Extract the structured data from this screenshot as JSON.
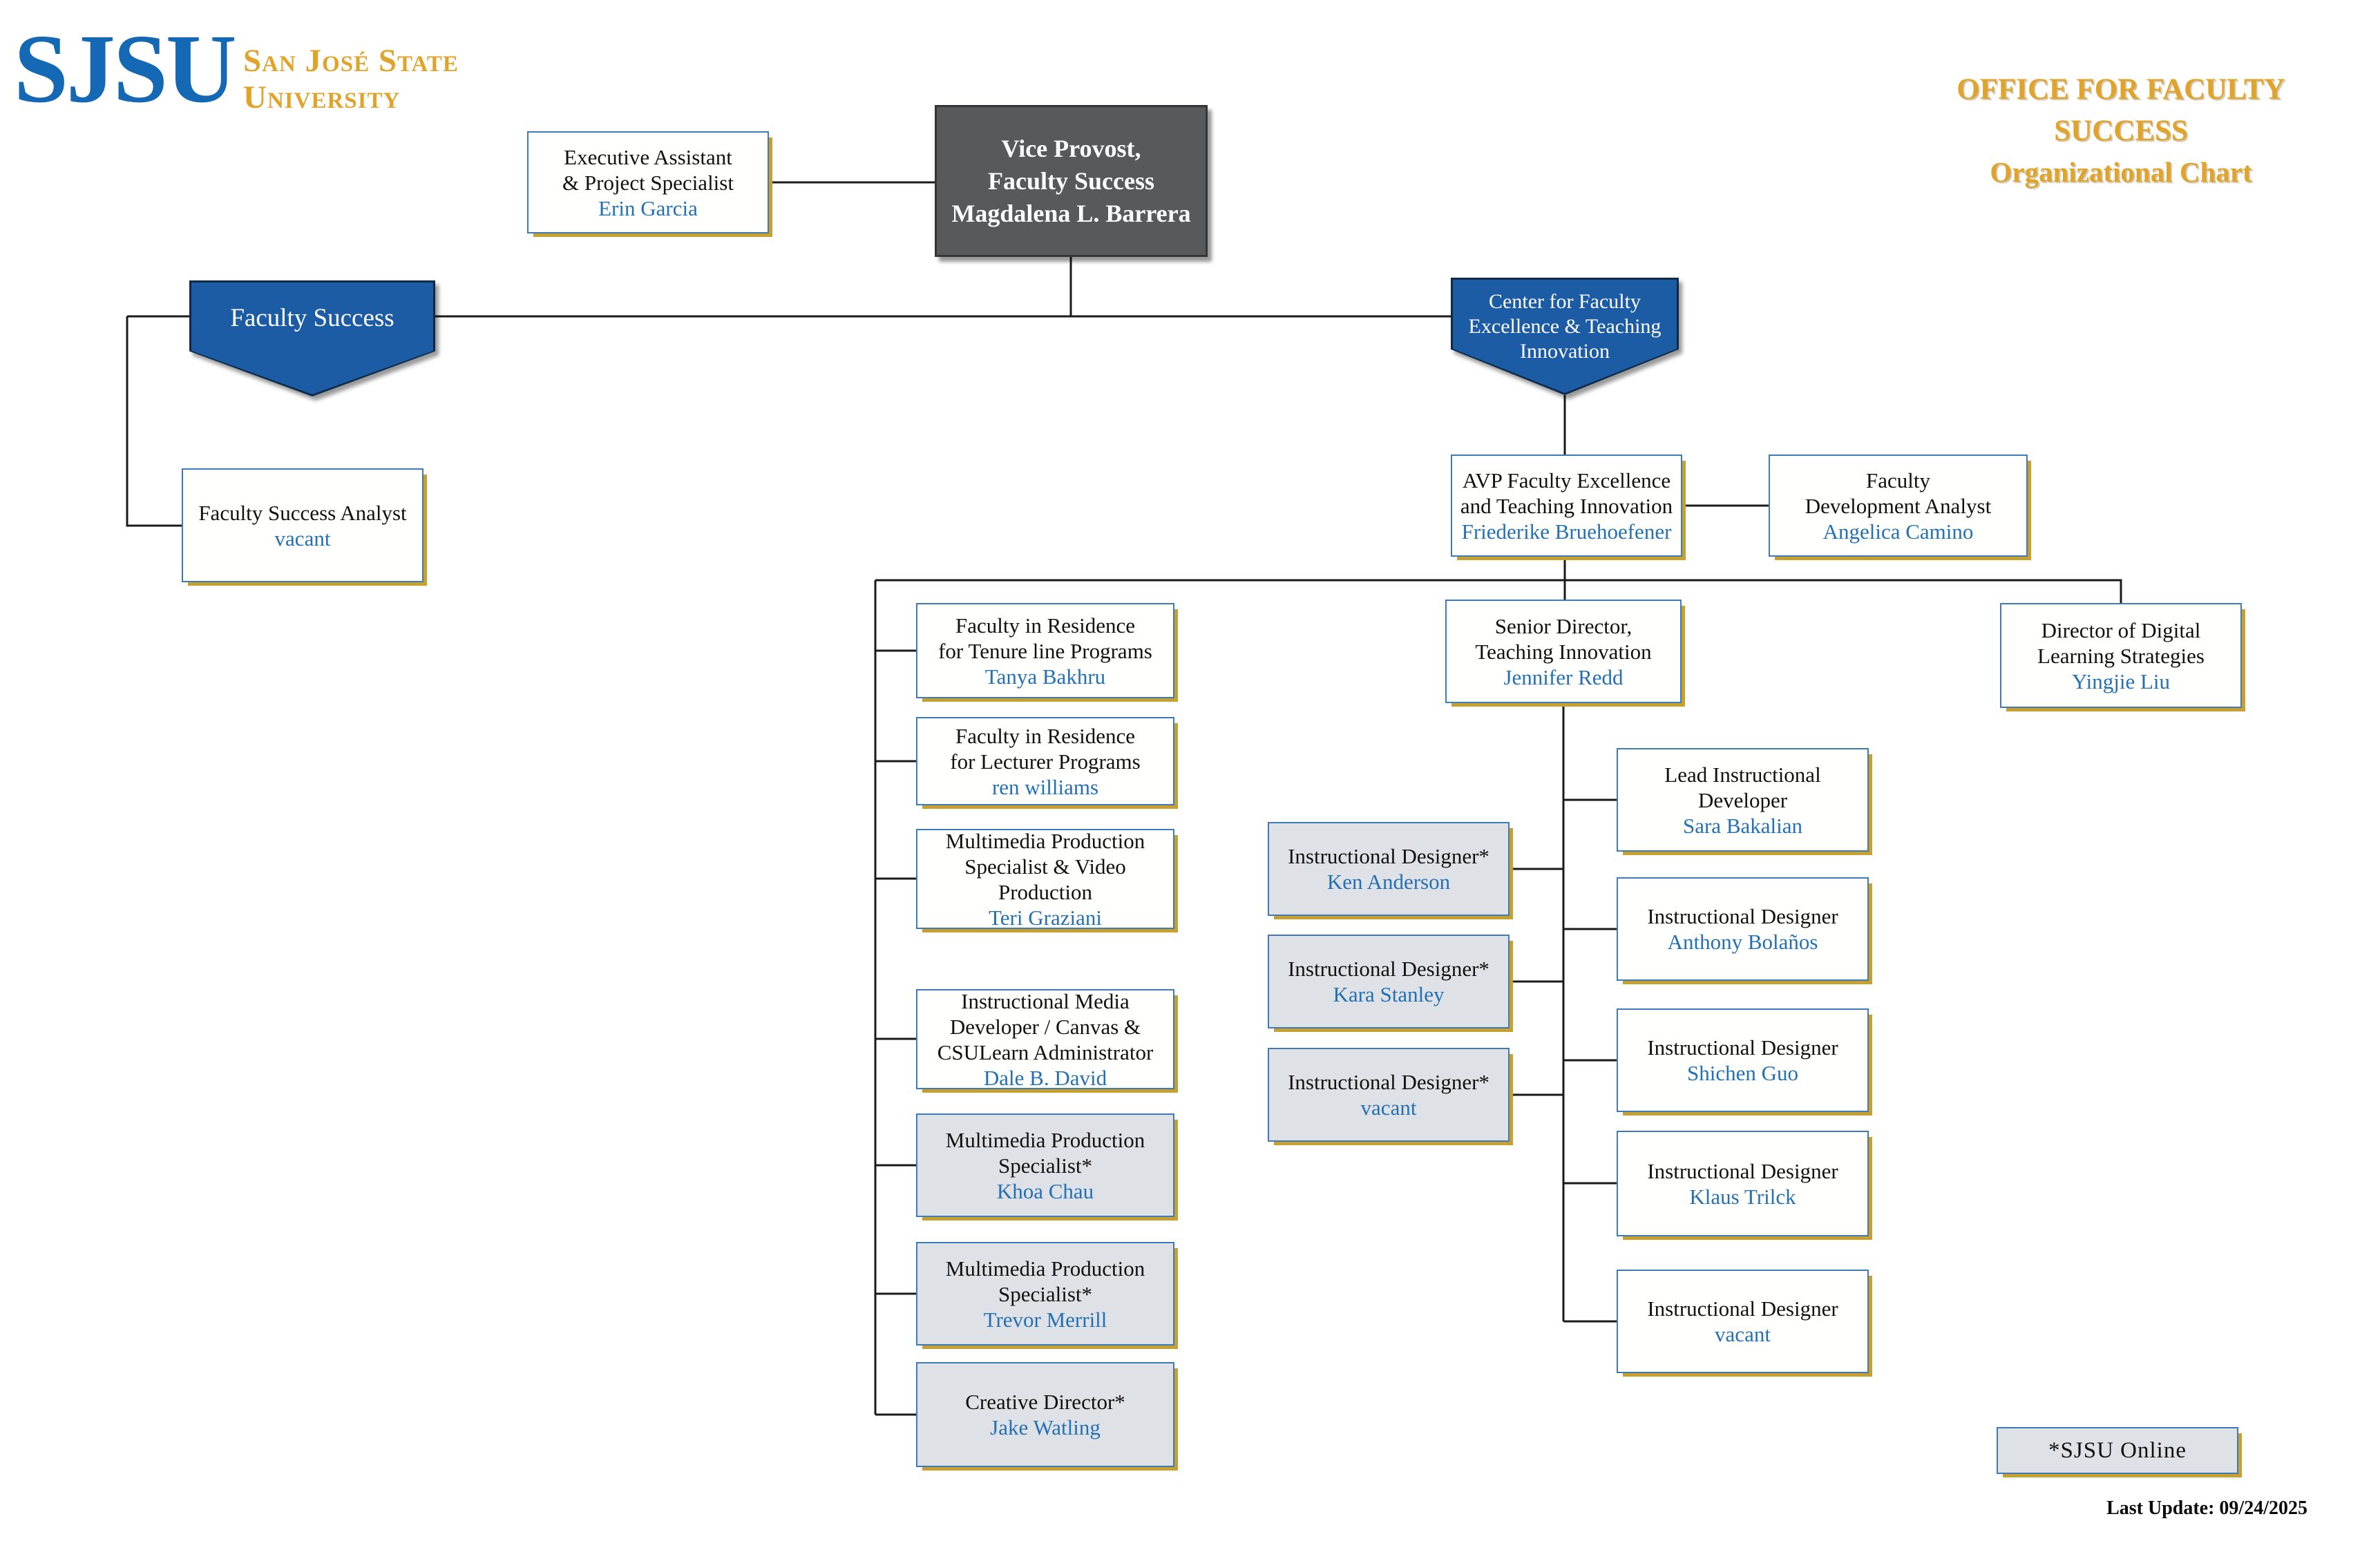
{
  "header": {
    "logo_acronym": "SJSU",
    "wordmark_line1": "San José State",
    "wordmark_line2": "University",
    "title_line1": "OFFICE FOR FACULTY SUCCESS",
    "title_line2": "Organizational Chart"
  },
  "colors": {
    "brand_blue": "#1568B3",
    "brand_gold": "#E0A42A",
    "banner_blue": "#1C5CA5",
    "name_blue": "#2470B4",
    "box_border": "#3D7CB8",
    "gold_shadow": "#C8A02F",
    "gray_fill": "#DEE1E5",
    "vp_gray": "#58595B",
    "line_color": "#1a1a1a"
  },
  "nodes": {
    "executive_assistant": {
      "lines": [
        "Executive Assistant",
        "& Project Specialist"
      ],
      "person": "Erin Garcia"
    },
    "vice_provost": {
      "lines": [
        "Vice Provost,",
        "Faculty Success",
        "Magdalena L. Barrera"
      ]
    },
    "faculty_success_banner": {
      "lines": [
        "Faculty Success"
      ]
    },
    "faculty_success_analyst": {
      "lines": [
        "Faculty Success Analyst"
      ],
      "person": "vacant"
    },
    "cfeti_banner": {
      "lines": [
        "Center for Faculty",
        "Excellence & Teaching",
        "Innovation"
      ]
    },
    "avp_faculty_excellence": {
      "lines": [
        "AVP Faculty Excellence",
        "and Teaching Innovation"
      ],
      "person": "Friederike Bruehoefener"
    },
    "faculty_development_analyst": {
      "lines": [
        "Faculty",
        "Development Analyst"
      ],
      "person": "Angelica Camino"
    },
    "senior_director": {
      "lines": [
        "Senior Director,",
        "Teaching Innovation"
      ],
      "person": "Jennifer Redd"
    },
    "director_digital_learning": {
      "lines": [
        "Director of Digital",
        "Learning Strategies"
      ],
      "person": "Yingjie Liu"
    },
    "fir_tenure": {
      "lines": [
        "Faculty in Residence",
        "for Tenure line Programs"
      ],
      "person": "Tanya Bakhru"
    },
    "fir_lecturer": {
      "lines": [
        "Faculty in Residence",
        "for Lecturer Programs"
      ],
      "person": "ren williams"
    },
    "mm_video": {
      "lines": [
        "Multimedia Production",
        "Specialist & Video",
        "Production"
      ],
      "person": "Teri Graziani"
    },
    "instructional_media_dev": {
      "lines": [
        "Instructional Media",
        "Developer / Canvas &",
        "CSULearn Administrator"
      ],
      "person": "Dale B. David"
    },
    "mm_specialist_khoa": {
      "lines": [
        "Multimedia Production",
        "Specialist*"
      ],
      "person": "Khoa Chau"
    },
    "mm_specialist_trevor": {
      "lines": [
        "Multimedia Production",
        "Specialist*"
      ],
      "person": "Trevor Merrill"
    },
    "creative_director": {
      "lines": [
        "Creative Director*"
      ],
      "person": "Jake Watling"
    },
    "id_ken": {
      "lines": [
        "Instructional Designer*"
      ],
      "person": "Ken Anderson"
    },
    "id_kara": {
      "lines": [
        "Instructional Designer*"
      ],
      "person": "Kara Stanley"
    },
    "id_vacant_mid": {
      "lines": [
        "Instructional Designer*"
      ],
      "person": "vacant"
    },
    "lead_instructional_dev": {
      "lines": [
        "Lead Instructional",
        "Developer"
      ],
      "person": "Sara Bakalian"
    },
    "id_anthony": {
      "lines": [
        "Instructional Designer"
      ],
      "person": "Anthony Bolaños"
    },
    "id_shichen": {
      "lines": [
        "Instructional Designer"
      ],
      "person": "Shichen Guo"
    },
    "id_klaus": {
      "lines": [
        "Instructional Designer"
      ],
      "person": "Klaus Trilck"
    },
    "id_vacant_right": {
      "lines": [
        "Instructional Designer"
      ],
      "person": "vacant"
    }
  },
  "footer": {
    "legend_label": "*SJSU  Online",
    "last_update": "Last Update: 09/24/2025"
  }
}
